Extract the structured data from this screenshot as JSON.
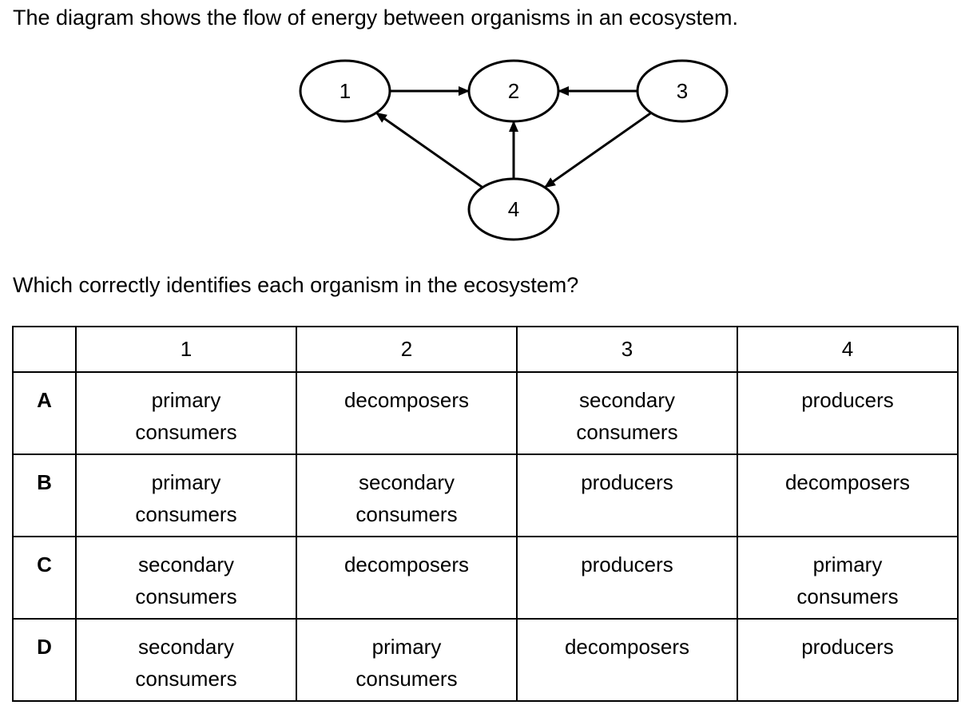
{
  "question": {
    "intro": "The diagram shows the flow of energy between organisms in an ecosystem.",
    "prompt": "Which correctly identifies each organism in the ecosystem?"
  },
  "diagram": {
    "nodes": [
      {
        "id": "1",
        "label": "1"
      },
      {
        "id": "2",
        "label": "2"
      },
      {
        "id": "3",
        "label": "3"
      },
      {
        "id": "4",
        "label": "4"
      }
    ],
    "edges": [
      {
        "from": "1",
        "to": "2"
      },
      {
        "from": "3",
        "to": "2"
      },
      {
        "from": "4",
        "to": "2"
      },
      {
        "from": "4",
        "to": "1"
      },
      {
        "from": "3",
        "to": "4"
      }
    ]
  },
  "table": {
    "columns": [
      "",
      "1",
      "2",
      "3",
      "4"
    ],
    "rows": [
      {
        "letter": "A",
        "cells": [
          "primary consumers",
          "decomposers",
          "secondary consumers",
          "producers"
        ]
      },
      {
        "letter": "B",
        "cells": [
          "primary consumers",
          "secondary consumers",
          "producers",
          "decomposers"
        ]
      },
      {
        "letter": "C",
        "cells": [
          "secondary consumers",
          "decomposers",
          "producers",
          "primary consumers"
        ]
      },
      {
        "letter": "D",
        "cells": [
          "secondary consumers",
          "primary consumers",
          "decomposers",
          "producers"
        ]
      }
    ]
  }
}
